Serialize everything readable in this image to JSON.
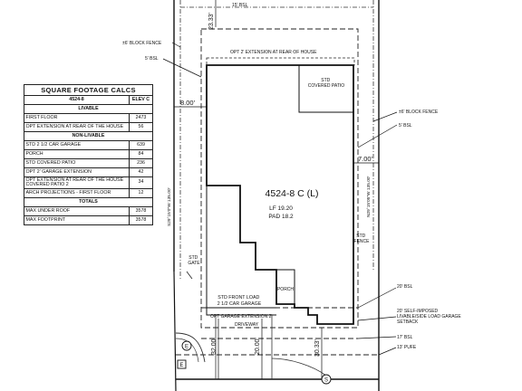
{
  "table": {
    "title": "SQUARE FOOTAGE CALCS",
    "plan_col": "4524-8",
    "elev_col": "ELEV C",
    "livable_header": "LIVABLE",
    "livable_rows": [
      {
        "label": "FIRST FLOOR",
        "value": "2473"
      },
      {
        "label": "OPT EXTENSION AT REAR OF THE HOUSE",
        "value": "56"
      }
    ],
    "nonlivable_header": "NON-LIVABLE",
    "nonlivable_rows": [
      {
        "label": "STD 2 1/2 CAR GARAGE",
        "value": "639"
      },
      {
        "label": "PORCH",
        "value": "84"
      },
      {
        "label": "STD COVERED PATIO",
        "value": "236"
      },
      {
        "label": "OPT 2' GARAGE EXTENSION",
        "value": "42"
      },
      {
        "label": "OPT EXTENSION AT REAR OF THE HOUSE COVERED PATIO 2",
        "value": "34"
      },
      {
        "label": "ARCH PROJECTIONS - FIRST FLOOR",
        "value": "12"
      }
    ],
    "totals_header": "TOTALS",
    "totals_rows": [
      {
        "label": "MAX UNDER ROOF",
        "value": "3578"
      },
      {
        "label": "MAX FOOTPRINT",
        "value": "3578"
      }
    ]
  },
  "plan": {
    "name": "4524-8 C (L)",
    "lf": "LF 19.20",
    "pad": "PAD 18.2"
  },
  "labels": {
    "dim_top": "23.33'",
    "dim_left": "8.00'",
    "dim_right": "7.00'",
    "dim_32": "32.00'",
    "dim_20": "20.00'",
    "dim_30": "30.33'",
    "bsl_top": "15' BSL",
    "block_fence_left": "±6' BLOCK FENCE",
    "bsl_left": "5' BSL",
    "opt_ext_rear": "OPT 2' EXTENSION AT REAR OF HOUSE",
    "std_covered_patio": "STD COVERED PATIO",
    "block_fence_right": "±6' BLOCK FENCE",
    "bsl_right": "5' BSL",
    "std_fence": "STD FENCE",
    "std_gate": "STD GATE",
    "porch": "PORCH",
    "std_front_load": "STD FRONT LOAD 2 1/2 CAR GARAGE",
    "opt_garage_ext": "OPT GARAGE EXTENSION 2'",
    "driveway": "DRIVEWAY",
    "bsl_20": "20' BSL",
    "self_imposed": "20' SELF-IMPOSED LIVABLE/SIDE LOAD GARAGE SETBACK",
    "bsl_17": "17' BSL",
    "pufe_13": "13' PUFE",
    "bearing_left": "S29°15'0\"W 135.00'",
    "bearing_right": "N29°15'05\"W 135.00'",
    "marker_e": "E",
    "marker_s": "S"
  }
}
